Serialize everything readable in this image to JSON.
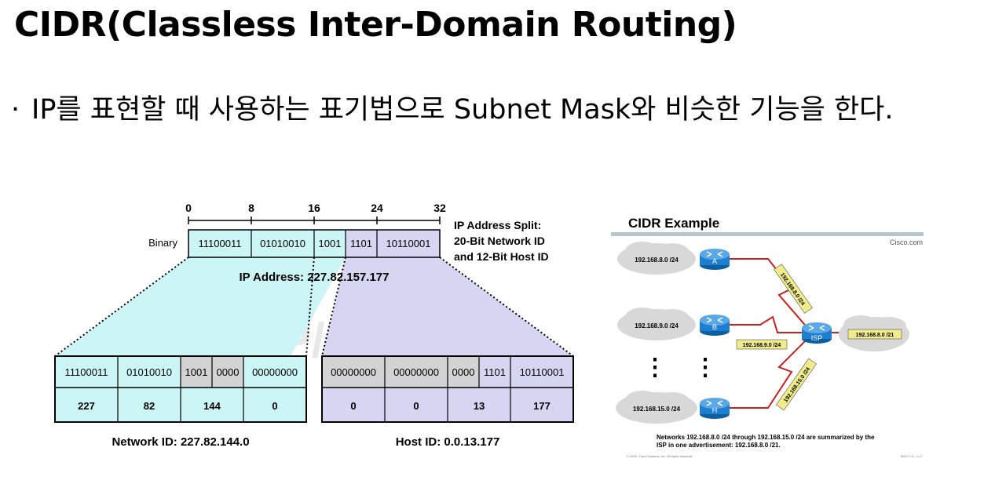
{
  "slide": {
    "title": "CIDR(Classless Inter-Domain Routing)",
    "bullet_marker": "·",
    "bullet_text": "IP를 표현할 때 사용하는 표기법으로 Subnet Mask와 비슷한 기능을 한다."
  },
  "ip_split_figure": {
    "bit_positions": [
      "0",
      "8",
      "16",
      "24",
      "32"
    ],
    "binary_label": "Binary",
    "binary_cells": [
      "11100011",
      "01010010",
      "1001",
      "1101",
      "10110001"
    ],
    "split_caption": [
      "IP Address Split:",
      "20-Bit Network ID",
      "and 12-Bit Host ID"
    ],
    "ip_address_label": "IP Address: 227.82.157.177",
    "watermark": "The TCP/IP Guide",
    "network_binary": [
      "11100011",
      "01010010",
      "1001",
      "0000",
      "00000000"
    ],
    "network_decimal": [
      "227",
      "82",
      "144",
      "0"
    ],
    "network_caption": "Network ID: 227.82.144.0",
    "host_binary": [
      "00000000",
      "00000000",
      "0000",
      "1101",
      "10110001"
    ],
    "host_decimal": [
      "0",
      "0",
      "13",
      "177"
    ],
    "host_caption": "Host ID: 0.0.13.177",
    "colors": {
      "network": "#ccf6f6",
      "host": "#d6d6f2",
      "grey": "#d3d3d3",
      "border": "#000000"
    }
  },
  "cidr_example_figure": {
    "title": "CIDR Example",
    "brand": "Cisco.com",
    "networks": [
      "192.168.8.0 /24",
      "192.168.9.0 /24",
      "192.168.15.0 /24"
    ],
    "routers": [
      "A",
      "B",
      "H",
      "ISP"
    ],
    "summary_cloud": "192.168.8.0 /21",
    "link_tags": [
      "192.168.8.0 /24",
      "192.168.9.0 /24",
      "192.168.15.0 /24",
      "192.168.8.0 /21"
    ],
    "ellipsis": "⋮",
    "footnote_line1": "Networks 192.168.8.0 /24 through 192.168.15.0 /24 are summarized by the",
    "footnote_line2": "ISP in one advertisement: 192.168.8.0 /21.",
    "copyright": "© 2003, Cisco Systems, Inc. All rights reserved.",
    "slide_code": "BSCI 2.0—1-17",
    "colors": {
      "router": "#1e7fd0",
      "link": "#cc1f1f",
      "tag": "#f0ec8a",
      "cloud": "#d8d8d8"
    }
  }
}
